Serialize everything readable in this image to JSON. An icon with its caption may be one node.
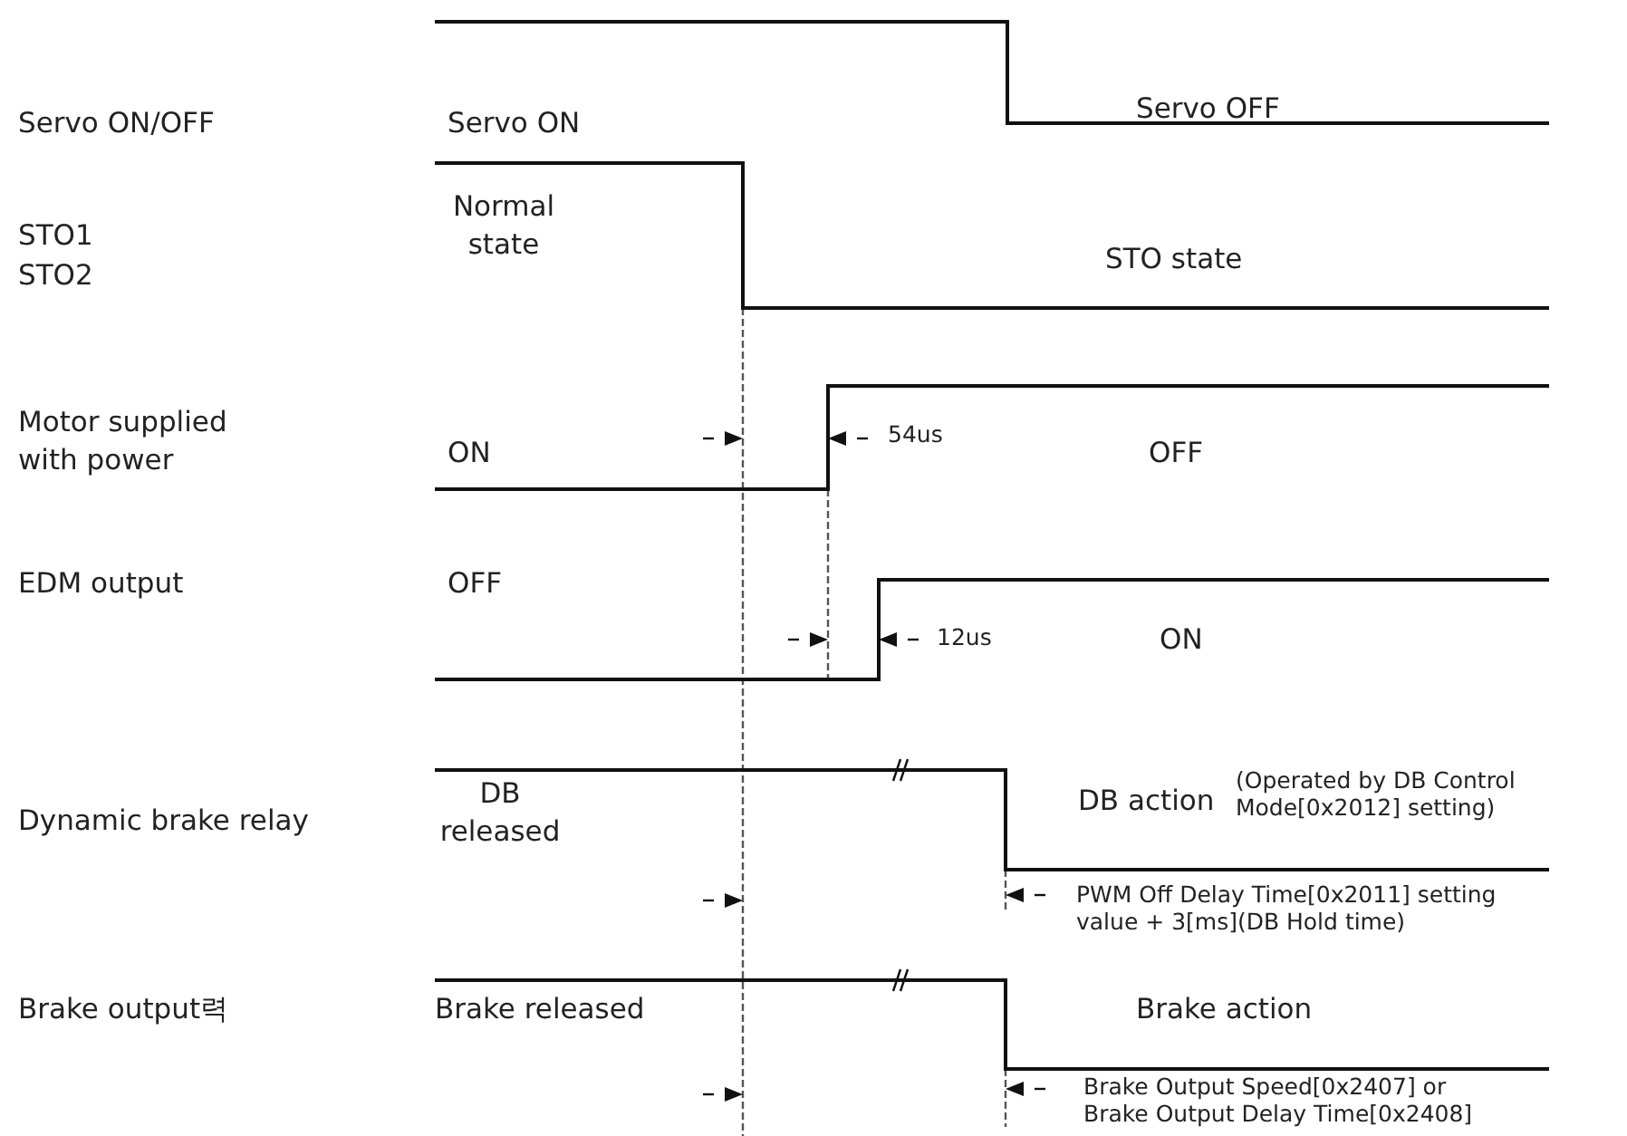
{
  "diagram": {
    "labels": [
      "Servo ON/OFF",
      "Servo ON",
      "Servo OFF",
      "STO1",
      "STO2",
      "Normal state",
      "STO state",
      "Motor supplied with power",
      "ON",
      "OFF",
      "54us",
      "EDM output",
      "OFF",
      "12us",
      "ON",
      "Dynamic brake relay",
      "DB released",
      "DB action",
      "(Operated by DB Control Mode[0x2012] setting)",
      "PWM Off Delay Time[0x2011] setting value + 3[ms](DB Hold time)",
      "Brake output력",
      "Brake released",
      "Brake action",
      "Brake Output Speed[0x2407] or Brake Output Delay Time[0x2408]"
    ]
  }
}
